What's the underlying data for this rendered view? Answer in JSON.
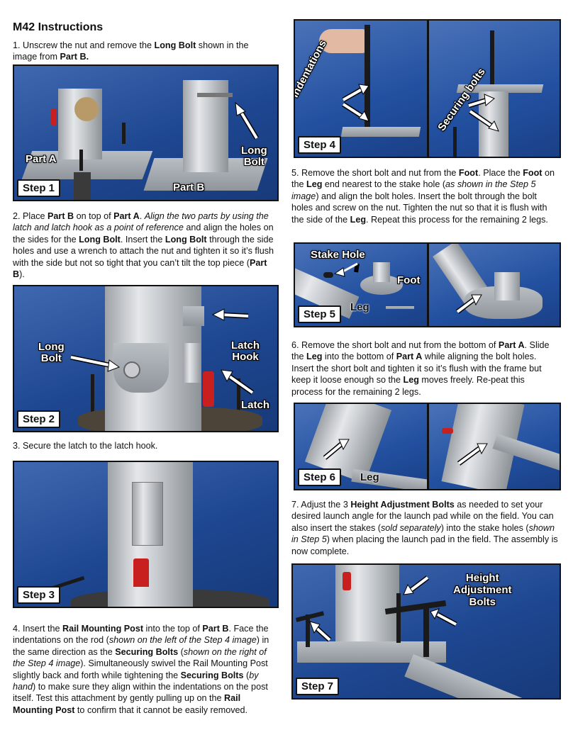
{
  "title": "M42 Instructions",
  "steps": {
    "s1": {
      "text": [
        {
          "t": "1. Unscrew the nut and remove the "
        },
        {
          "t": "Long Bolt",
          "b": true
        },
        {
          "t": " shown in the image from "
        },
        {
          "t": "Part B.",
          "b": true
        }
      ]
    },
    "s2": {
      "text": [
        {
          "t": "2. Place "
        },
        {
          "t": "Part B",
          "b": true
        },
        {
          "t": " on top of "
        },
        {
          "t": "Part A",
          "b": true
        },
        {
          "t": ". "
        },
        {
          "t": "Align the two parts by using the latch and latch hook as a point of reference",
          "i": true
        },
        {
          "t": " and align the holes on the sides for the "
        },
        {
          "t": "Long Bolt",
          "b": true
        },
        {
          "t": ". Insert the "
        },
        {
          "t": "Long Bolt",
          "b": true
        },
        {
          "t": " through the side holes and use a wrench to attach the nut and tighten it so it’s flush with the side but not so tight that you can’t tilt the top piece ("
        },
        {
          "t": "Part B",
          "b": true
        },
        {
          "t": ")."
        }
      ]
    },
    "s3": {
      "text": [
        {
          "t": "3. Secure the latch to the latch hook."
        }
      ]
    },
    "s4": {
      "text": [
        {
          "t": "4. Insert the "
        },
        {
          "t": "Rail Mounting Post",
          "b": true
        },
        {
          "t": " into the top of "
        },
        {
          "t": "Part B",
          "b": true
        },
        {
          "t": ". Face the indentations on the rod ("
        },
        {
          "t": "shown on the left of the Step 4 image",
          "i": true
        },
        {
          "t": ") in the same direction as the "
        },
        {
          "t": "Securing Bolts",
          "b": true
        },
        {
          "t": " ("
        },
        {
          "t": "shown on the right of the Step 4 image",
          "i": true
        },
        {
          "t": "). Simultaneously swivel the Rail Mounting Post slightly back and forth while tightening the "
        },
        {
          "t": "Securing Bolts",
          "b": true
        },
        {
          "t": " ("
        },
        {
          "t": "by hand",
          "i": true
        },
        {
          "t": ") to make sure they align within the indentations on the post itself. Test this attachment by gently pulling up on the "
        },
        {
          "t": "Rail Mounting Post",
          "b": true
        },
        {
          "t": " to confirm that it cannot be easily removed."
        }
      ]
    },
    "s5": {
      "text": [
        {
          "t": "5. Remove the short bolt and nut from the "
        },
        {
          "t": "Foot",
          "b": true
        },
        {
          "t": ". Place the "
        },
        {
          "t": "Foot",
          "b": true
        },
        {
          "t": " on the "
        },
        {
          "t": "Leg",
          "b": true
        },
        {
          "t": " end nearest to the stake hole ("
        },
        {
          "t": "as shown in the Step 5 image",
          "i": true
        },
        {
          "t": ") and align the bolt holes. Insert the bolt through the bolt holes and screw on the nut. Tighten the nut so that it is flush with the side of the "
        },
        {
          "t": "Leg",
          "b": true
        },
        {
          "t": ". Repeat this process for the remaining 2 legs."
        }
      ]
    },
    "s6": {
      "text": [
        {
          "t": "6. Remove the short bolt and nut from the bottom of "
        },
        {
          "t": "Part A",
          "b": true
        },
        {
          "t": ". Slide the "
        },
        {
          "t": "Leg",
          "b": true
        },
        {
          "t": " into the bottom of "
        },
        {
          "t": "Part A",
          "b": true
        },
        {
          "t": " while aligning the bolt holes. Insert the short bolt and tighten it so it’s flush with the frame but keep it loose enough so the "
        },
        {
          "t": "Leg",
          "b": true
        },
        {
          "t": " moves freely. Re-peat this process for the remaining 2 legs."
        }
      ]
    },
    "s7": {
      "text": [
        {
          "t": "7. Adjust the 3 "
        },
        {
          "t": "Height Adjustment Bolts",
          "b": true
        },
        {
          "t": " as needed to set your desired launch angle for the launch pad while on the field. You can also insert the stakes ("
        },
        {
          "t": "sold separately",
          "i": true
        },
        {
          "t": ") into the stake holes ("
        },
        {
          "t": "shown in Step 5",
          "i": true
        },
        {
          "t": ") when placing the launch pad in the field. The assembly is now complete."
        }
      ]
    }
  },
  "images": {
    "step1": {
      "tag": "Step 1",
      "part_a": "Part A",
      "part_b": "Part B",
      "long_bolt": "Long\nBolt"
    },
    "step2": {
      "tag": "Step 2",
      "long_bolt": "Long\nBolt",
      "latch_hook": "Latch\nHook",
      "latch": "Latch"
    },
    "step3": {
      "tag": "Step 3"
    },
    "step4": {
      "tag": "Step 4",
      "indentations": "Indentations",
      "securing_bolts": "Securing bolts"
    },
    "step5": {
      "tag": "Step 5",
      "stake_hole": "Stake Hole",
      "foot": "Foot",
      "leg": "Leg"
    },
    "step6": {
      "tag": "Step 6",
      "leg": "Leg"
    },
    "step7": {
      "tag": "Step 7",
      "height_bolts": "Height\nAdjustment\nBolts"
    }
  },
  "colors": {
    "panel_blue": "#1e4791",
    "tag_bg": "#ffffff",
    "latch_red": "#c8201e"
  }
}
